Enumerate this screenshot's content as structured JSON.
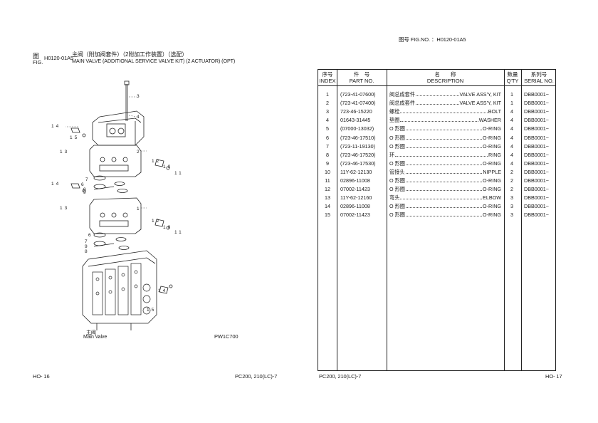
{
  "left_page": {
    "fig_label_zh": "图",
    "fig_label_en": "FIG.",
    "fig_code": "H0120-01A5",
    "title_zh": "主阀（附加阀套件）（2附加工作装置）（选配）",
    "title_en": "MAIN VALVE (ADDITIONAL SERVICE VALVE KIT) (2 ACTUATOR) (OPT)",
    "callouts": [
      "3",
      "4",
      "14",
      "13",
      "15",
      "2",
      "12",
      "10",
      "11",
      "14",
      "7",
      "6",
      "9",
      "8",
      "13",
      "1",
      "12",
      "10",
      "6",
      "11",
      "7",
      "9",
      "8",
      "14",
      "15"
    ],
    "caption_zh": "主阀",
    "caption_en": "Main Valve",
    "drawing_code": "PW1C700",
    "page_no": "HO- 16",
    "model": "PC200, 210(LC)-7"
  },
  "right_page": {
    "fig_no": "图号  FIG.NO.  ：H0120-01A5",
    "headers": {
      "index_zh": "序号",
      "index_en": "INDEX",
      "part_zh": "件　号",
      "part_en": "PART NO.",
      "desc_zh": "名　　称",
      "desc_en": "DESCRIPTION",
      "qty_zh": "数量",
      "qty_en": "Q'TY",
      "serial_zh": "系列号",
      "serial_en": "SERIAL NO."
    },
    "rows": [
      {
        "index": "1",
        "part": "(723-41-07600)",
        "desc_zh": "阀总成套件",
        "desc_en": "VALVE ASS'Y, KIT",
        "qty": "1",
        "serial": "DBB0001~"
      },
      {
        "index": "2",
        "part": "(723-41-07400)",
        "desc_zh": "阀总成套件",
        "desc_en": "VALVE ASS'Y, KIT",
        "qty": "1",
        "serial": "DBB0001~"
      },
      {
        "index": "3",
        "part": "723-46-15220",
        "desc_zh": "螺栓",
        "desc_en": "BOLT",
        "qty": "4",
        "serial": "DBB0001~"
      },
      {
        "index": "4",
        "part": "01643-31445",
        "desc_zh": "垫圈",
        "desc_en": "WASHER",
        "qty": "4",
        "serial": "DBB0001~"
      },
      {
        "index": "5",
        "part": "(07000-13032)",
        "desc_zh": "O 形圈",
        "desc_en": "O-RING",
        "qty": "4",
        "serial": "DBB0001~"
      },
      {
        "index": "6",
        "part": "(723-46-17510)",
        "desc_zh": "O 形圈",
        "desc_en": "O-RING",
        "qty": "4",
        "serial": "DBB0001~"
      },
      {
        "index": "7",
        "part": "(723-11-19130)",
        "desc_zh": "O 形圈",
        "desc_en": "O-RING",
        "qty": "4",
        "serial": "DBB0001~"
      },
      {
        "index": "8",
        "part": "(723-46-17520)",
        "desc_zh": "环",
        "desc_en": "RING",
        "qty": "4",
        "serial": "DBB0001~"
      },
      {
        "index": "9",
        "part": "(723-46-17530)",
        "desc_zh": "O 形圈",
        "desc_en": "O-RING",
        "qty": "4",
        "serial": "DBB0001~"
      },
      {
        "index": "10",
        "part": "11Y-62-12130",
        "desc_zh": "管接头",
        "desc_en": "NIPPLE",
        "qty": "2",
        "serial": "DBB0001~"
      },
      {
        "index": "11",
        "part": "02896-11008",
        "desc_zh": "O 形圈",
        "desc_en": "O-RING",
        "qty": "2",
        "serial": "DBB0001~"
      },
      {
        "index": "12",
        "part": "07002-11423",
        "desc_zh": "O 形圈",
        "desc_en": "O-RING",
        "qty": "2",
        "serial": "DBB0001~"
      },
      {
        "index": "13",
        "part": "11Y-62-12160",
        "desc_zh": "弯头",
        "desc_en": "ELBOW",
        "qty": "3",
        "serial": "DBB0001~"
      },
      {
        "index": "14",
        "part": "02896-11008",
        "desc_zh": "O 形圈",
        "desc_en": "O-RING",
        "qty": "3",
        "serial": "DBB0001~"
      },
      {
        "index": "15",
        "part": "07002-11423",
        "desc_zh": "O 形圈",
        "desc_en": "O-RING",
        "qty": "3",
        "serial": "DBB0001~"
      }
    ],
    "model": "PC200, 210(LC)-7",
    "page_no": "HO- 17"
  }
}
